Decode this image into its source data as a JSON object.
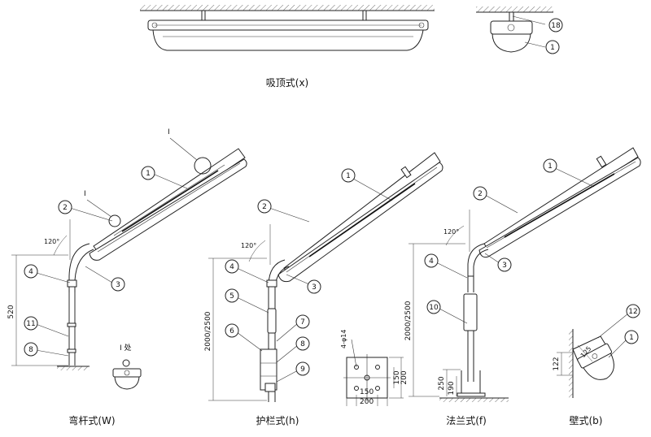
{
  "captions": {
    "ceiling": "吸顶式(x)",
    "bent_pole": "弯杆式(W)",
    "guardrail": "护栏式(h)",
    "flange": "法兰式(f)",
    "wall": "壁式(b)"
  },
  "callouts": {
    "c1": "1",
    "c2": "2",
    "c3": "3",
    "c4": "4",
    "c5": "5",
    "c6": "6",
    "c7": "7",
    "c8": "8",
    "c9": "9",
    "c10": "10",
    "c11": "11",
    "c12": "12",
    "c18": "18"
  },
  "markers": {
    "detail_I": "I",
    "detail_I_at": "I 处"
  },
  "dimensions": {
    "angle": "120°",
    "h520": "520",
    "h2000_2500": "2000/2500",
    "bolt": "4-φ14",
    "d150": "150",
    "d200": "200",
    "d250": "250",
    "d190": "190",
    "d122": "122",
    "d125": "125"
  }
}
